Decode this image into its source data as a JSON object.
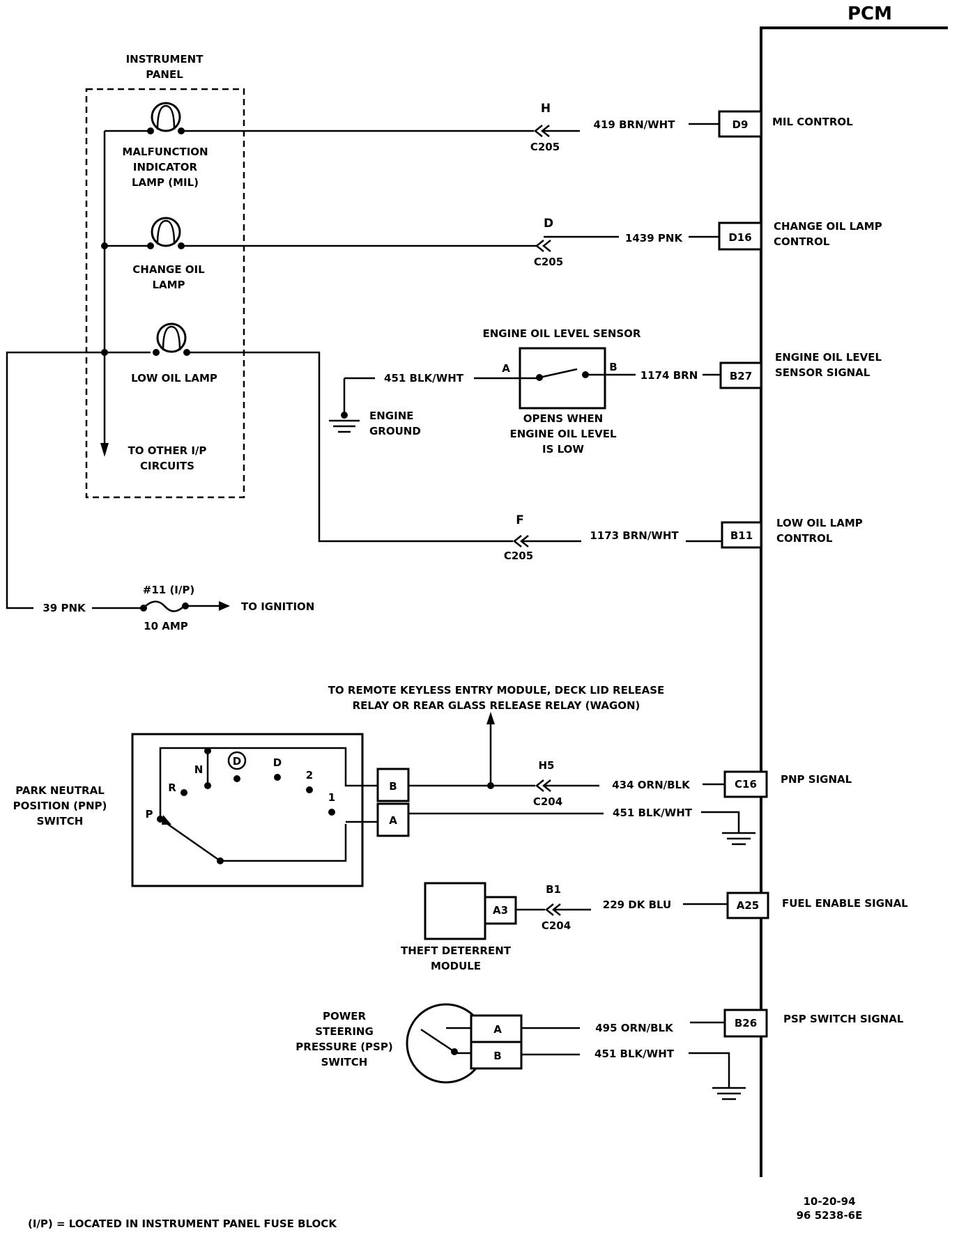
{
  "pcm": "PCM",
  "instrument_panel": {
    "title_line1": "INSTRUMENT",
    "title_line2": "PANEL"
  },
  "mil_lamp": {
    "line1": "MALFUNCTION",
    "line2": "INDICATOR",
    "line3": "LAMP (MIL)"
  },
  "change_oil_lamp": {
    "line1": "CHANGE OIL",
    "line2": "LAMP"
  },
  "low_oil_lamp": {
    "label": "LOW OIL LAMP"
  },
  "other_circuits": {
    "line1": "TO OTHER I/P",
    "line2": "CIRCUITS"
  },
  "mil_circuit": {
    "wire": "419 BRN/WHT",
    "conn_pin": "H",
    "conn": "C205",
    "pin": "D9",
    "signal": "MIL CONTROL"
  },
  "change_oil_circuit": {
    "wire": "1439 PNK",
    "conn_pin": "D",
    "conn": "C205",
    "pin": "D16",
    "signal_line1": "CHANGE OIL LAMP",
    "signal_line2": "CONTROL"
  },
  "oil_level_circuit": {
    "sensor_title": "ENGINE OIL LEVEL SENSOR",
    "ground_wire": "451 BLK/WHT",
    "term_a": "A",
    "term_b": "B",
    "wire": "1174 BRN",
    "pin": "B27",
    "signal_line1": "ENGINE OIL LEVEL",
    "signal_line2": "SENSOR SIGNAL",
    "ground_line1": "ENGINE",
    "ground_line2": "GROUND",
    "note_line1": "OPENS WHEN",
    "note_line2": "ENGINE OIL LEVEL",
    "note_line3": "IS LOW"
  },
  "low_oil_circuit": {
    "wire": "1173 BRN/WHT",
    "conn_pin": "F",
    "conn": "C205",
    "pin": "B11",
    "signal_line1": "LOW OIL LAMP",
    "signal_line2": "CONTROL"
  },
  "ignition_circuit": {
    "wire": "39 PNK",
    "fuse": "#11 (I/P)",
    "rating": "10 AMP",
    "dest": "TO IGNITION"
  },
  "pnp_circuit": {
    "remote_line1": "TO REMOTE KEYLESS ENTRY MODULE, DECK LID RELEASE",
    "remote_line2": "RELAY OR REAR GLASS RELEASE RELAY (WAGON)",
    "switch_line1": "PARK NEUTRAL",
    "switch_line2": "POSITION (PNP)",
    "switch_line3": "SWITCH",
    "positions": {
      "p": "P",
      "r": "R",
      "n": "N",
      "od": "D",
      "d": "D",
      "two": "2",
      "one": "1"
    },
    "term_b": "B",
    "term_a": "A",
    "conn_pin": "H5",
    "conn": "C204",
    "wire": "434 ORN/BLK",
    "ground_wire": "451 BLK/WHT",
    "pin": "C16",
    "signal": "PNP SIGNAL"
  },
  "fuel_circuit": {
    "module_term": "A3",
    "conn_pin": "B1",
    "conn": "C204",
    "wire": "229 DK BLU",
    "pin": "A25",
    "signal": "FUEL ENABLE SIGNAL",
    "module_line1": "THEFT DETERRENT",
    "module_line2": "MODULE"
  },
  "psp_circuit": {
    "switch_line1": "POWER",
    "switch_line2": "STEERING",
    "switch_line3": "PRESSURE (PSP)",
    "switch_line4": "SWITCH",
    "term_a": "A",
    "term_b": "B",
    "wire": "495 ORN/BLK",
    "ground_wire": "451 BLK/WHT",
    "pin": "B26",
    "signal": "PSP SWITCH SIGNAL"
  },
  "footnote": "(I/P) = LOCATED IN INSTRUMENT PANEL FUSE BLOCK",
  "date": "10-20-94",
  "doc_id": "96 5238-6E"
}
